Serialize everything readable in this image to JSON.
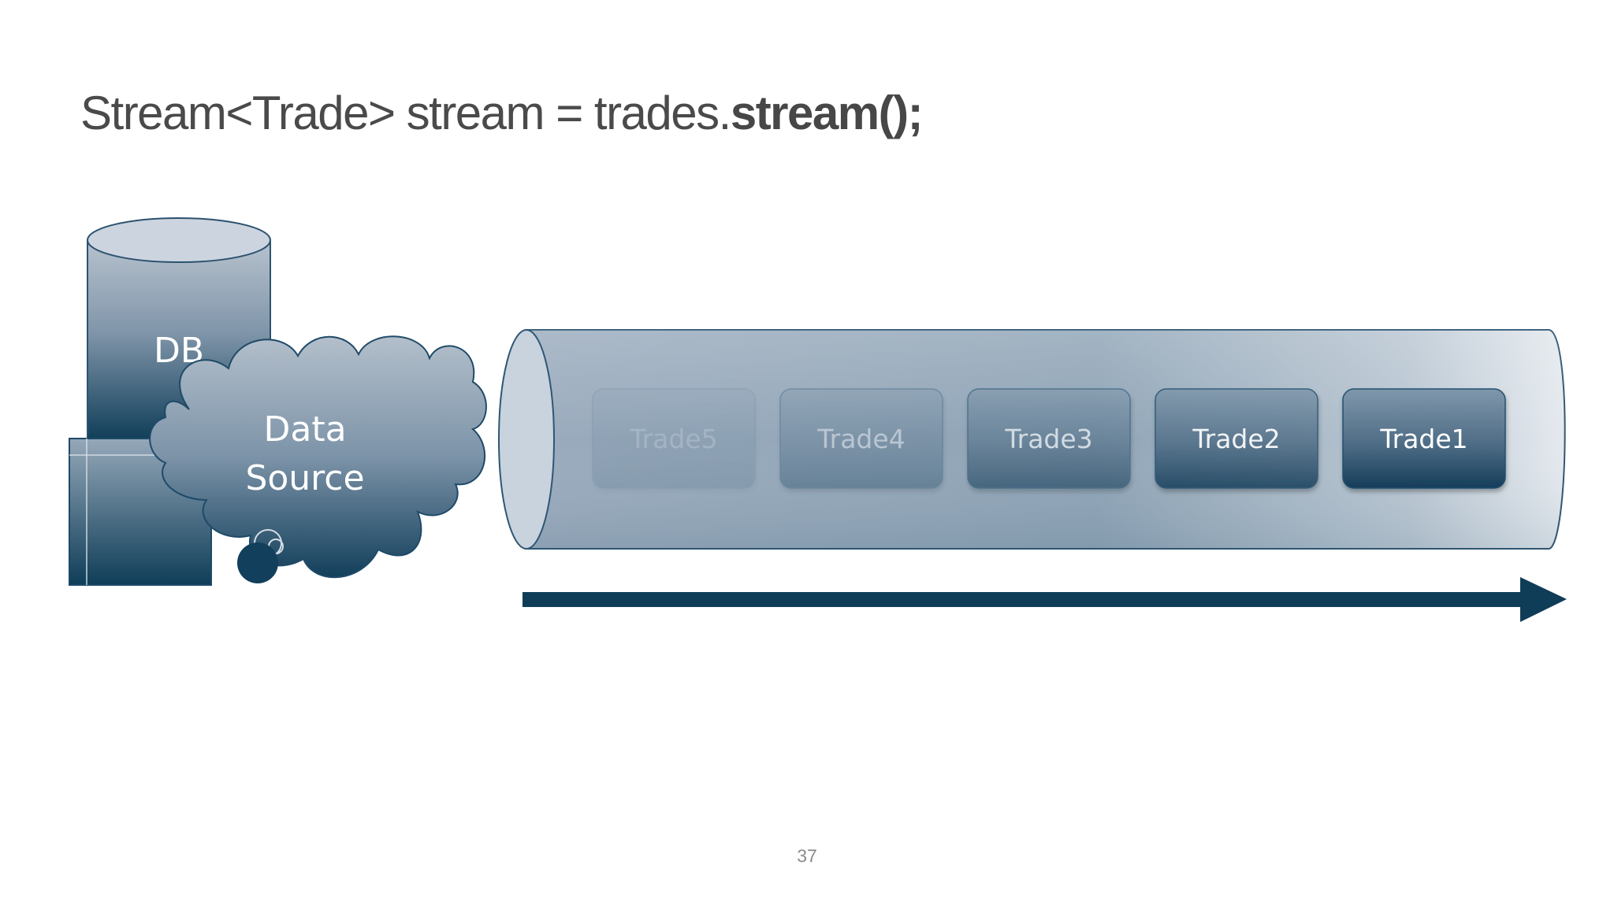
{
  "slide": {
    "title_code": "Stream<Trade> stream = trades.",
    "title_bold": "stream();",
    "page_number": "37"
  },
  "diagram": {
    "db_label": "DB",
    "data_source_label_line1": "Data",
    "data_source_label_line2": "Source",
    "trades": [
      {
        "label": "Trade5",
        "opacity": 0.12
      },
      {
        "label": "Trade4",
        "opacity": 0.35
      },
      {
        "label": "Trade3",
        "opacity": 0.6
      },
      {
        "label": "Trade2",
        "opacity": 0.85
      },
      {
        "label": "Trade1",
        "opacity": 1.0
      }
    ],
    "colors": {
      "dark_navy": "#0f3d58",
      "steel_gray": "#a7b4c3",
      "pipe_light": "#c8d2dd",
      "arrow": "#0f3d58",
      "trade_box_top": "#7a93a8",
      "trade_box_bottom": "#163e5a"
    }
  }
}
